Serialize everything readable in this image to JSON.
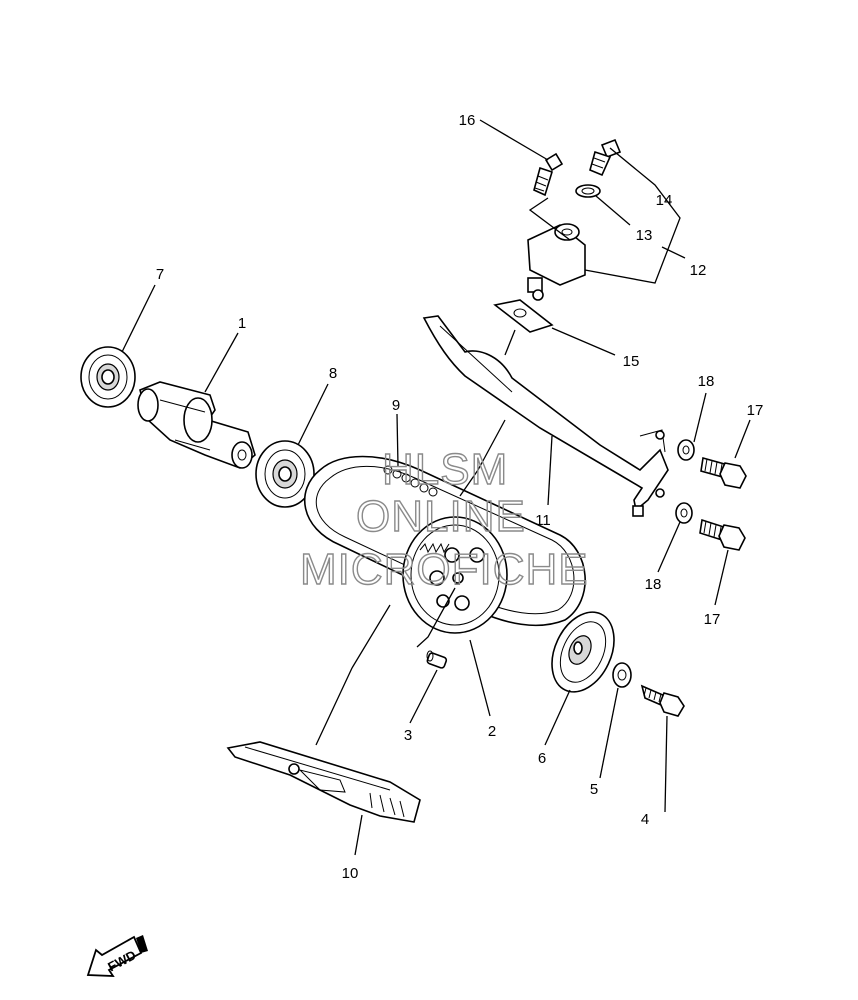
{
  "watermark": {
    "line1": "HLSM",
    "line2": "ONLINE",
    "line3": "MICROFICHE"
  },
  "fwd_label": "FWD",
  "callouts": [
    {
      "id": "c1",
      "text": "1"
    },
    {
      "id": "c2",
      "text": "2"
    },
    {
      "id": "c3",
      "text": "3"
    },
    {
      "id": "c4",
      "text": "4"
    },
    {
      "id": "c5",
      "text": "5"
    },
    {
      "id": "c6",
      "text": "6"
    },
    {
      "id": "c7",
      "text": "7"
    },
    {
      "id": "c8",
      "text": "8"
    },
    {
      "id": "c9",
      "text": "9"
    },
    {
      "id": "c10",
      "text": "10"
    },
    {
      "id": "c11",
      "text": "11"
    },
    {
      "id": "c12",
      "text": "12"
    },
    {
      "id": "c13",
      "text": "13"
    },
    {
      "id": "c14",
      "text": "14"
    },
    {
      "id": "c15",
      "text": "15"
    },
    {
      "id": "c16",
      "text": "16"
    },
    {
      "id": "c17a",
      "text": "17"
    },
    {
      "id": "c17b",
      "text": "17"
    },
    {
      "id": "c18a",
      "text": "18"
    },
    {
      "id": "c18b",
      "text": "18"
    }
  ]
}
